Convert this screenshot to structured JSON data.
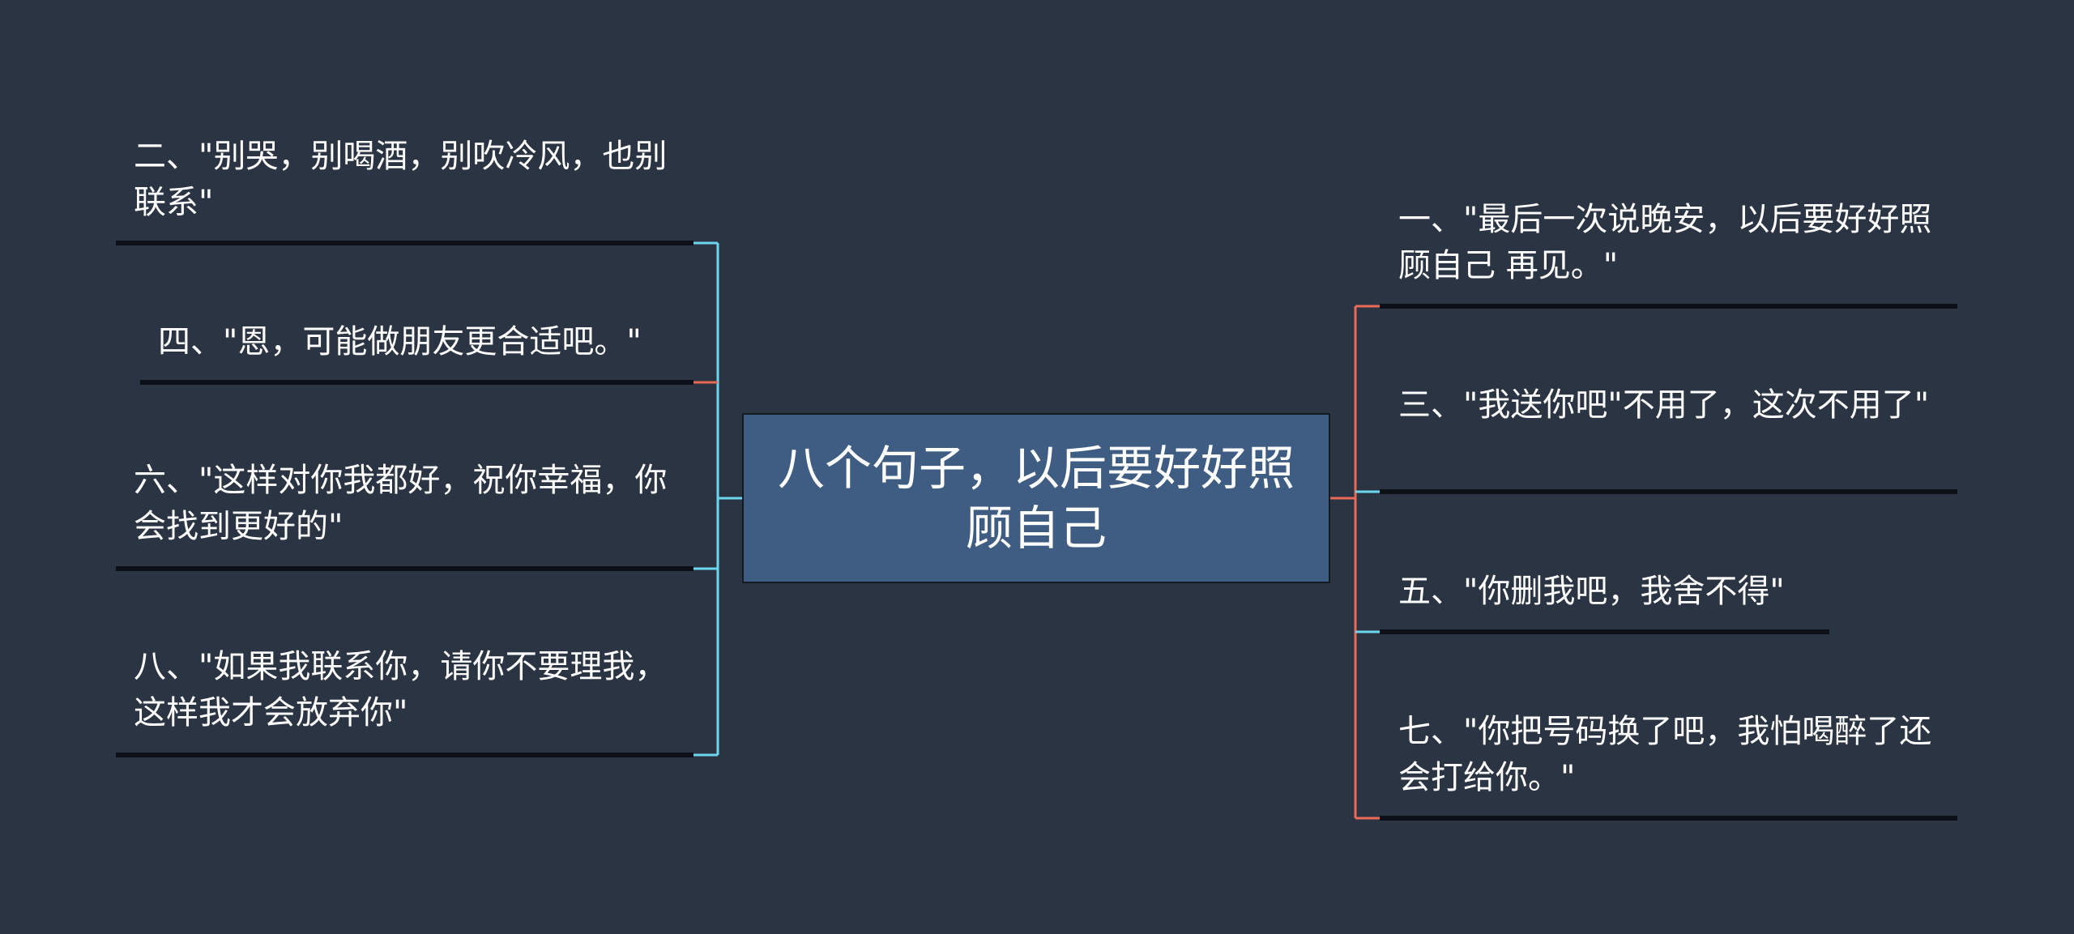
{
  "colors": {
    "background": "#2b3442",
    "root_fill": "#3f5d82",
    "connector_left": "#6ad6ef",
    "connector_right": "#e86a57",
    "underline": "#0d1117",
    "text": "#ffffff"
  },
  "root": {
    "label": "八个句子，以后要好好照顾自己"
  },
  "left_branches": [
    {
      "label": "二、\"别哭，别喝酒，别吹冷风，也别联系\""
    },
    {
      "label": "四、\"恩，可能做朋友更合适吧。\""
    },
    {
      "label": "六、\"这样对你我都好，祝你幸福，你会找到更好的\""
    },
    {
      "label": "八、\"如果我联系你，请你不要理我，这样我才会放弃你\""
    }
  ],
  "right_branches": [
    {
      "label": "一、\"最后一次说晚安，以后要好好照顾自己 再见。\""
    },
    {
      "label": "三、\"我送你吧\"不用了，这次不用了\""
    },
    {
      "label": "五、\"你删我吧，我舍不得\""
    },
    {
      "label": "七、\"你把号码换了吧，我怕喝醉了还会打给你。\""
    }
  ]
}
